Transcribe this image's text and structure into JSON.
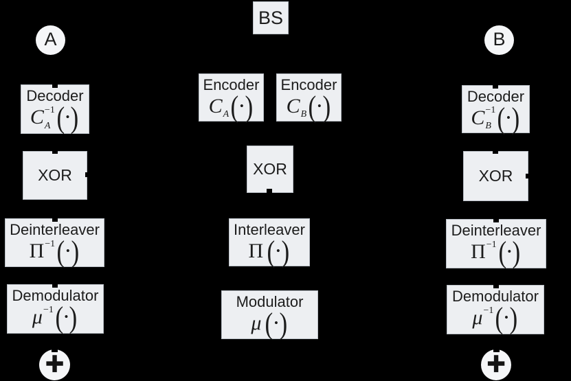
{
  "diagram": {
    "background": "#000000",
    "box_fill": "#edeff2",
    "circle_fill": "#f5f6f8",
    "text_color": "#1c1c1c"
  },
  "nodes": {
    "bs": {
      "label": "BS"
    },
    "terminal_a": {
      "label": "A"
    },
    "terminal_b": {
      "label": "B"
    },
    "adder_a": {
      "symbol": "+"
    },
    "adder_b": {
      "symbol": "+"
    }
  },
  "glyphs": {
    "lparen": "(",
    "dot": "•",
    "rparen": ")"
  },
  "boxes": {
    "decoder_a": {
      "title": "Decoder",
      "sym": "C",
      "sup": "−1",
      "sub": "A"
    },
    "xor_a": {
      "title": "XOR"
    },
    "deinterleaver_a": {
      "title": "Deinterleaver",
      "sym": "Π",
      "sup": "−1"
    },
    "demodulator_a": {
      "title": "Demodulator",
      "sym": "μ",
      "sup": "−1"
    },
    "encoder_a": {
      "title": "Encoder",
      "sym": "C",
      "sub": "A"
    },
    "encoder_b": {
      "title": "Encoder",
      "sym": "C",
      "sub": "B"
    },
    "xor_bs": {
      "title": "XOR"
    },
    "interleaver": {
      "title": "Interleaver",
      "sym": "Π"
    },
    "modulator": {
      "title": "Modulator",
      "sym": "μ"
    },
    "decoder_b": {
      "title": "Decoder",
      "sym": "C",
      "sup": "−1",
      "sub": "B"
    },
    "xor_b": {
      "title": "XOR"
    },
    "deinterleaver_b": {
      "title": "Deinterleaver",
      "sym": "Π",
      "sup": "−1"
    },
    "demodulator_b": {
      "title": "Demodulator",
      "sym": "μ",
      "sup": "−1"
    }
  }
}
